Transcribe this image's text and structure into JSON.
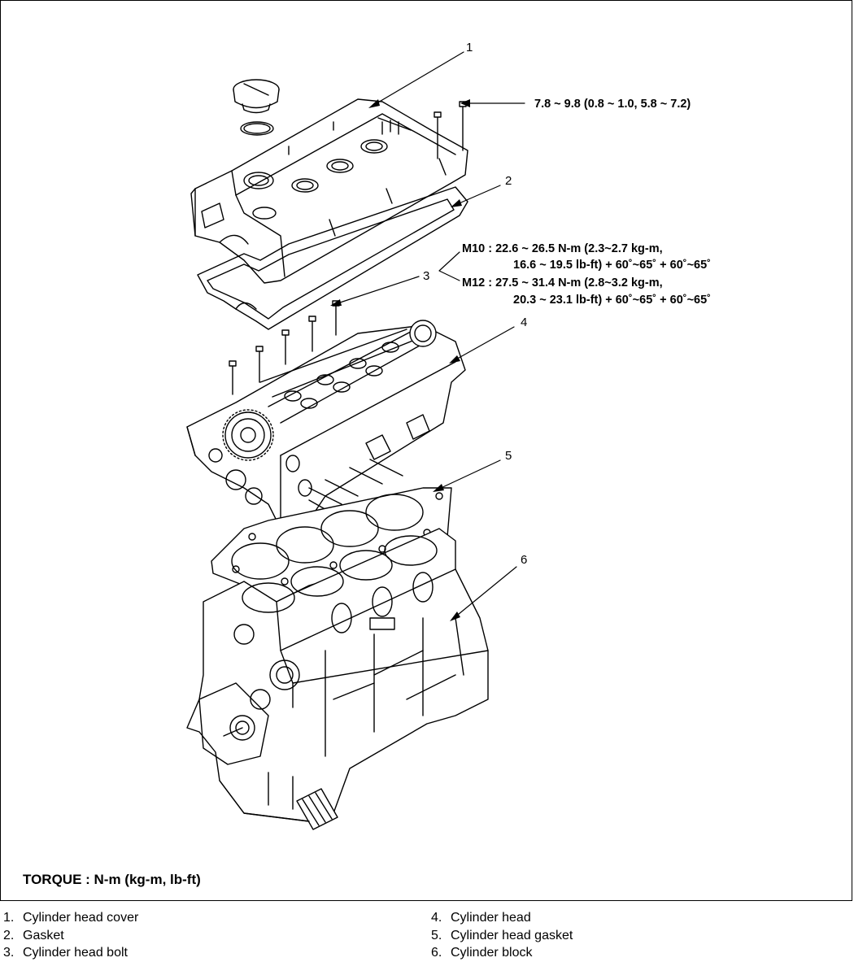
{
  "callouts": [
    "1",
    "2",
    "3",
    "4",
    "5",
    "6"
  ],
  "torque": {
    "cover_bolt": "7.8 ~ 9.8 (0.8 ~ 1.0, 5.8 ~ 7.2)",
    "m10_line1": "M10 : 22.6 ~ 26.5 N-m (2.3~2.7 kg-m,",
    "m10_line2": "16.6 ~ 19.5 lb-ft) + 60˚~65˚ + 60˚~65˚",
    "m12_line1": "M12 : 27.5 ~ 31.4 N-m (2.8~3.2 kg-m,",
    "m12_line2": "20.3 ~ 23.1 lb-ft) + 60˚~65˚ + 60˚~65˚"
  },
  "torque_heading": "TORQUE : N-m (kg-m, lb-ft)",
  "legend": [
    {
      "num": "1.",
      "label": "Cylinder head cover"
    },
    {
      "num": "2.",
      "label": "Gasket"
    },
    {
      "num": "3.",
      "label": "Cylinder head bolt"
    },
    {
      "num": "4.",
      "label": "Cylinder head"
    },
    {
      "num": "5.",
      "label": "Cylinder head gasket"
    },
    {
      "num": "6.",
      "label": "Cylinder block"
    }
  ]
}
